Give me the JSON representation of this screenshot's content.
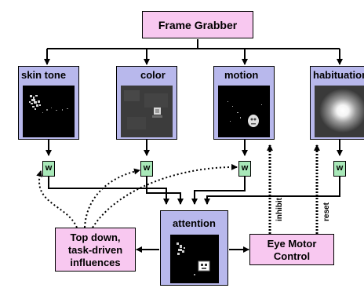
{
  "title": "Frame Grabber",
  "modules": {
    "skin_tone": "skin tone",
    "color": "color",
    "motion": "motion",
    "habituation": "habituation"
  },
  "weight_label": "w",
  "attention": "attention",
  "top_down": {
    "line1": "Top down,",
    "line2": "task-driven",
    "line3": "influences"
  },
  "eye_motor": {
    "line1": "Eye Motor",
    "line2": "Control"
  },
  "signals": {
    "inhibit": "inhibit",
    "reset": "reset"
  },
  "colors": {
    "pink": "#f8c8f0",
    "lavender": "#b8b8ec",
    "green": "#a8e8b8"
  }
}
